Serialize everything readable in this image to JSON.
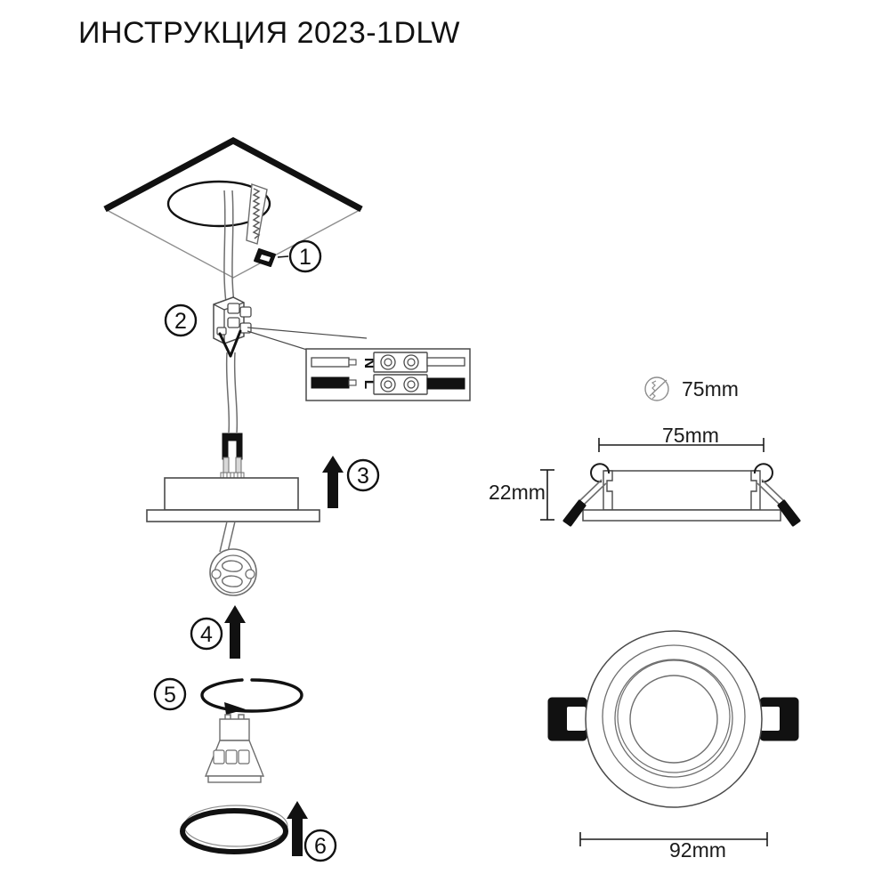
{
  "document": {
    "title": "ИНСТРУКЦИЯ 2023-1DLW",
    "type": "installation-instruction",
    "product": "recessed-downlight"
  },
  "steps": [
    {
      "number": "1",
      "icon": "saw-icon",
      "action": "cut-ceiling-hole"
    },
    {
      "number": "2",
      "icon": "terminal-connector-icon",
      "action": "connect-wires"
    },
    {
      "number": "3",
      "icon": "up-arrow-icon",
      "action": "insert-fixture"
    },
    {
      "number": "4",
      "icon": "up-arrow-icon",
      "action": "insert-lamp"
    },
    {
      "number": "5",
      "icon": "rotate-arrow-icon",
      "action": "twist-lock-lamp"
    },
    {
      "number": "6",
      "icon": "up-arrow-icon",
      "action": "attach-trim-ring"
    }
  ],
  "wiring": {
    "neutral_label": "N",
    "live_label": "L",
    "neutral_color": "#ffffff",
    "live_color": "#1a1a1a"
  },
  "dimensions": {
    "cutout_diameter": "75mm",
    "body_width": "75mm",
    "body_height": "22mm",
    "outer_diameter": "92mm"
  },
  "colors": {
    "ink": "#1a1a1a",
    "line": "#4a4a4a",
    "fill": "#ffffff",
    "background": "#ffffff"
  }
}
